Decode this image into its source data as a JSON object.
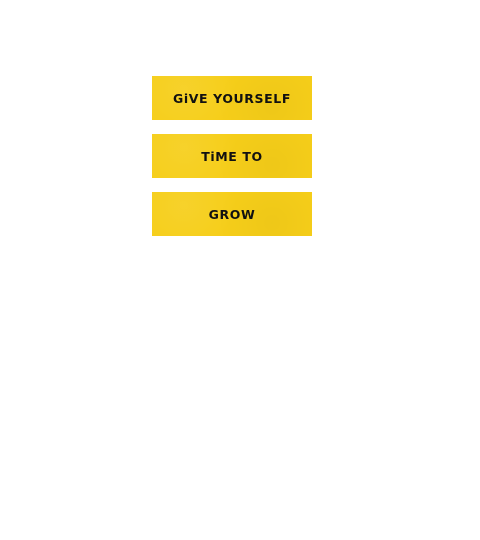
{
  "colors": {
    "background": "#ffffff",
    "label_fill": "#f6ce19",
    "text": "#111111"
  },
  "labels": [
    {
      "text": "GiVE YOURSELF"
    },
    {
      "text": "TiME TO"
    },
    {
      "text": "GROW"
    }
  ]
}
